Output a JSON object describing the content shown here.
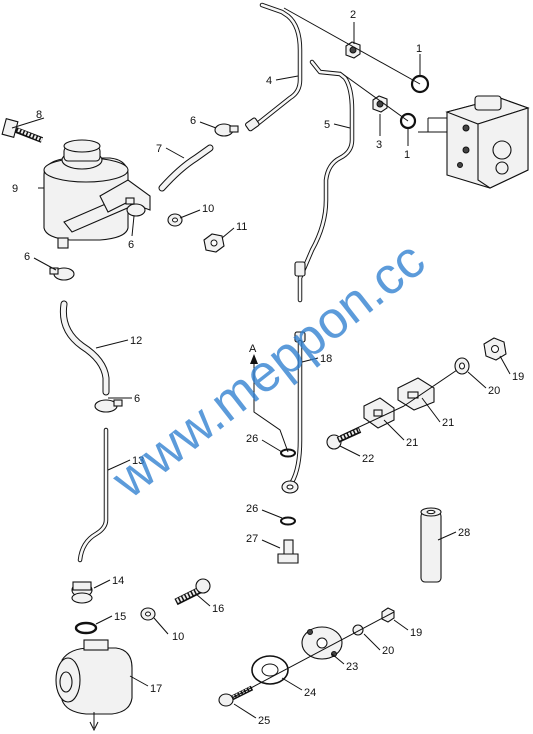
{
  "watermark": "www.meppon.cc",
  "view_marker": "A",
  "callouts": {
    "p1a": "1",
    "p1b": "1",
    "p2": "2",
    "p3": "3",
    "p4": "4",
    "p5": "5",
    "p6a": "6",
    "p6b": "6",
    "p6c": "6",
    "p6d": "6",
    "p7": "7",
    "p8": "8",
    "p9": "9",
    "p10a": "10",
    "p10b": "10",
    "p11": "11",
    "p12": "12",
    "p13": "13",
    "p14": "14",
    "p15": "15",
    "p16": "16",
    "p17": "17",
    "p18": "18",
    "p19a": "19",
    "p19b": "19",
    "p20a": "20",
    "p20b": "20",
    "p21a": "21",
    "p21b": "21",
    "p22": "22",
    "p23": "23",
    "p24": "24",
    "p25": "25",
    "p26a": "26",
    "p26b": "26",
    "p27": "27",
    "p28": "28"
  }
}
